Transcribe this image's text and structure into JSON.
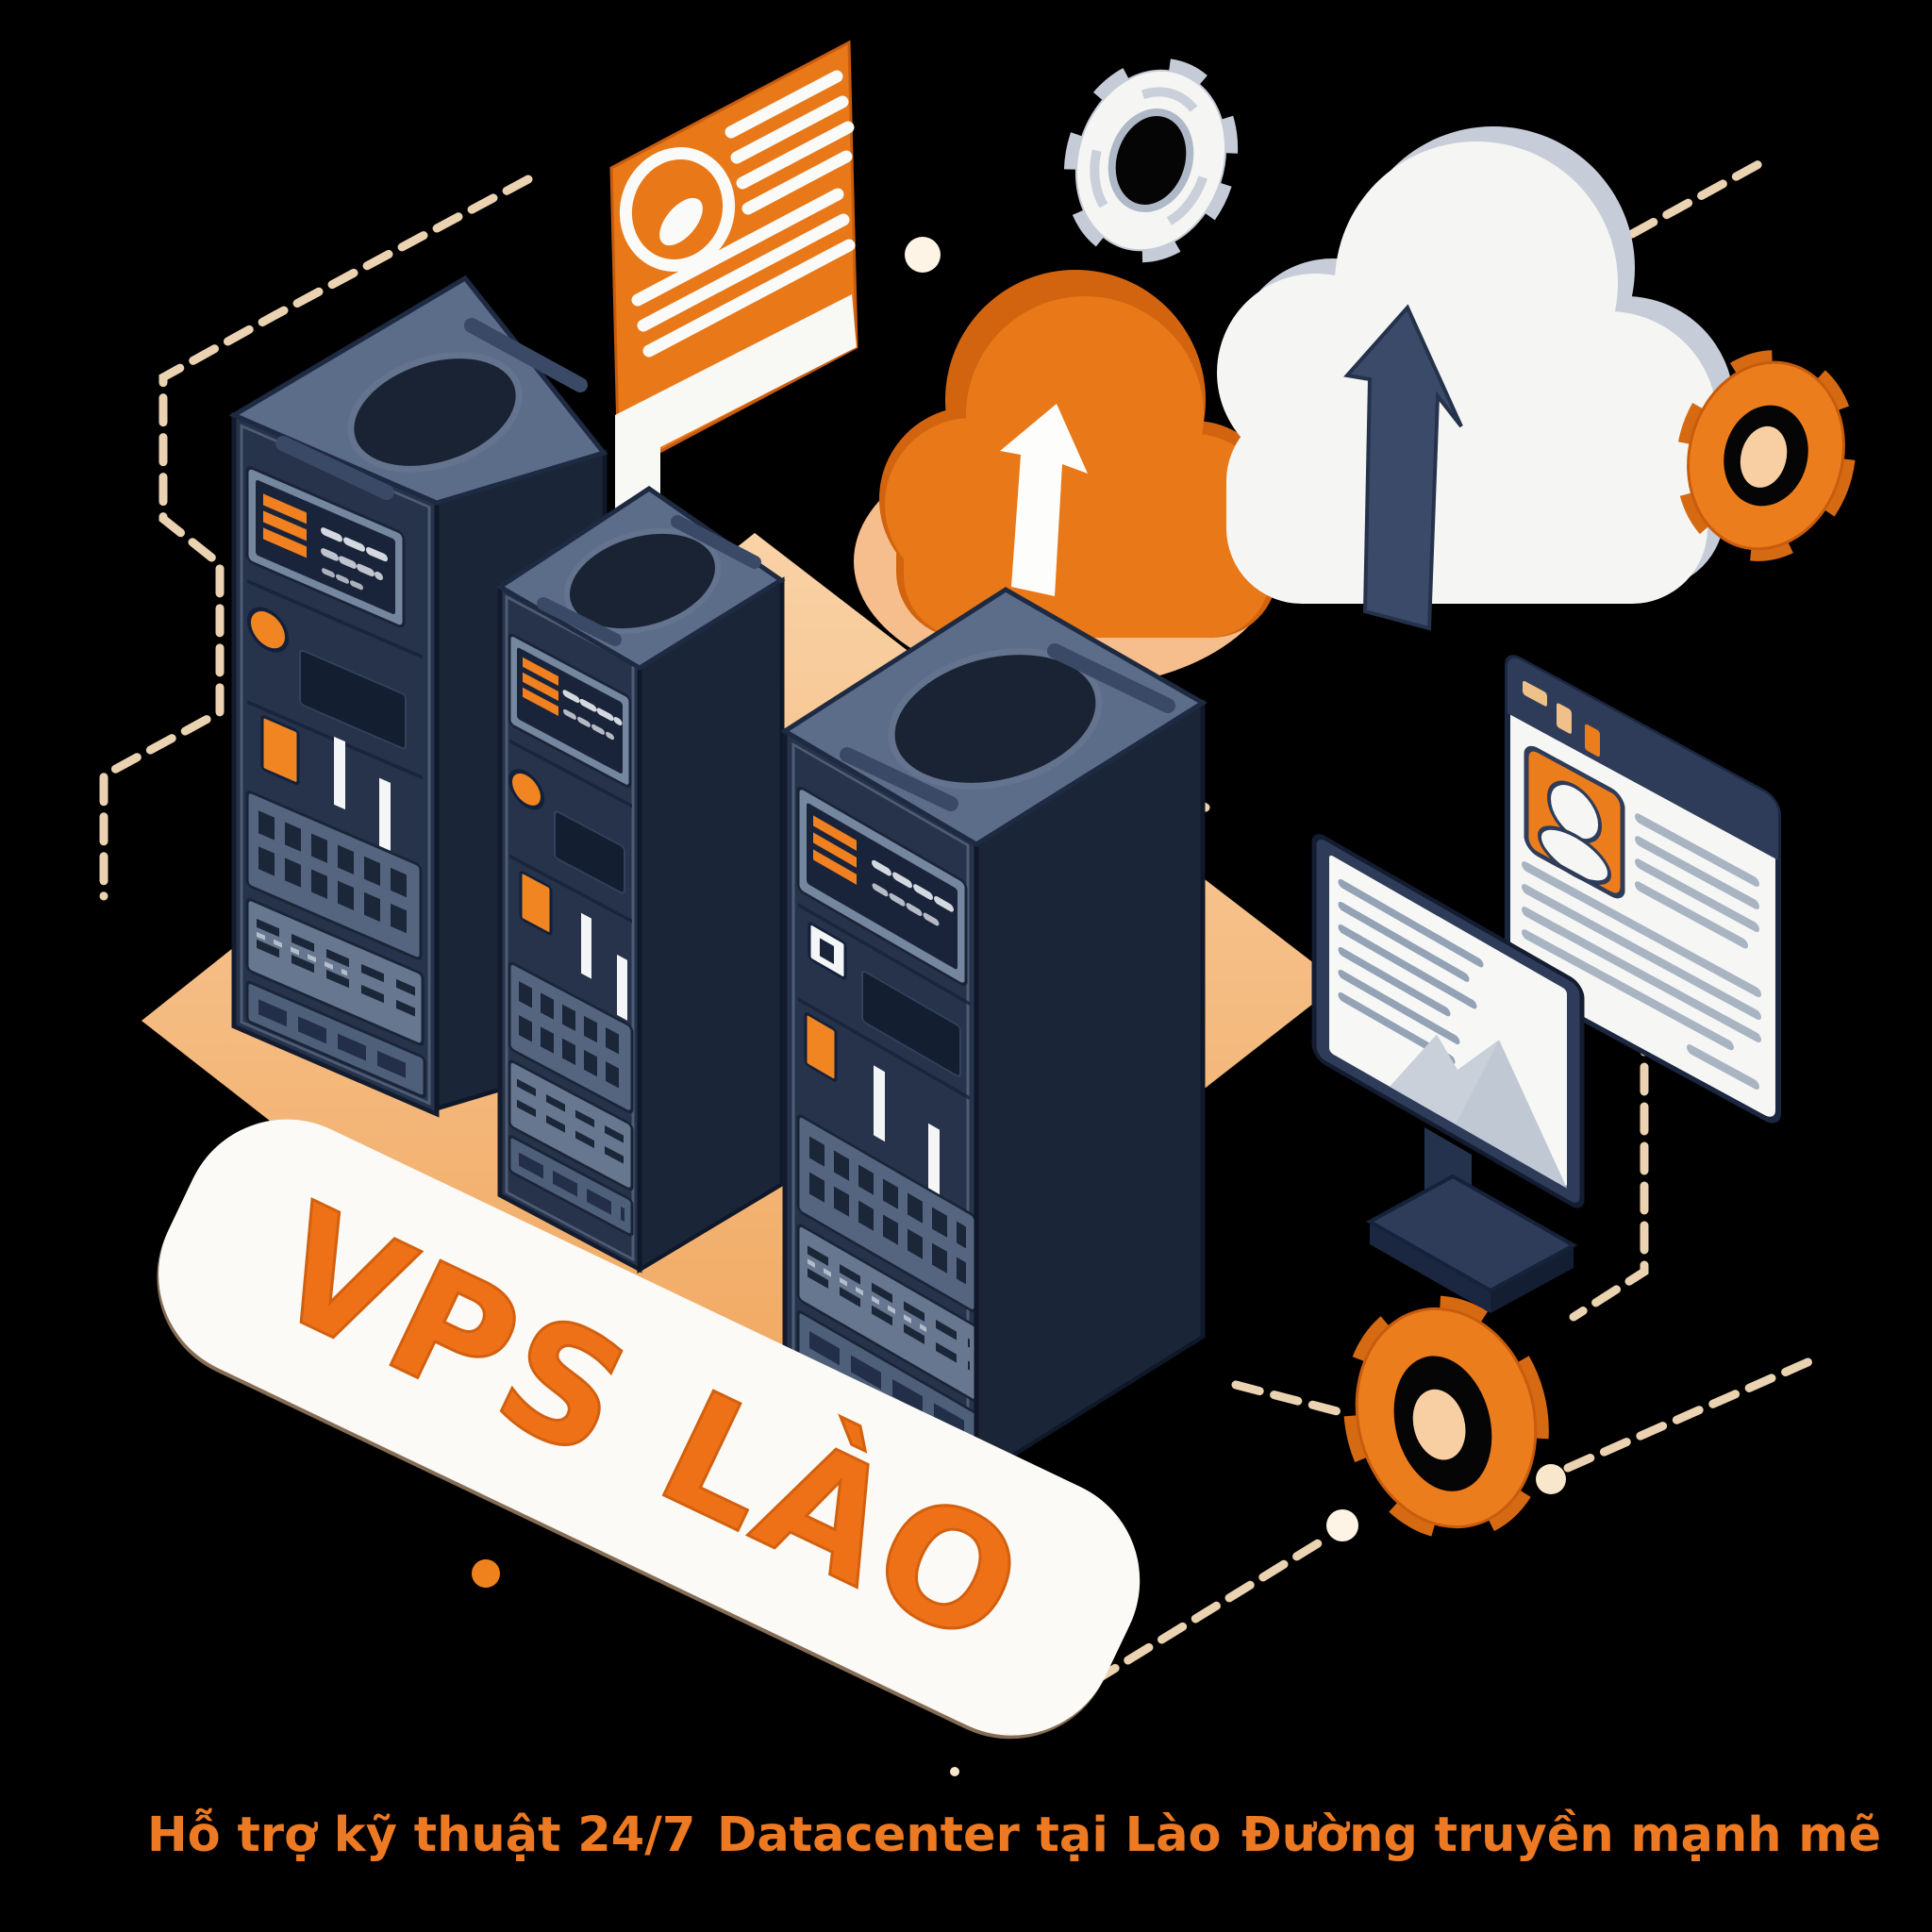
{
  "banner": {
    "title": "VPS LÀO"
  },
  "features": [
    {
      "label": "Hỗ trợ kỹ thuật 24/7"
    },
    {
      "label": "Datacenter tại Lào"
    },
    {
      "label": "Đường truyền mạnh mẽ"
    }
  ],
  "colors": {
    "brand_orange": "#EC7D1C",
    "brand_orange_dark": "#C85C0E",
    "accent_orange_text": "#ED7A22",
    "navy_front": "#27324B",
    "navy_side": "#1B2538",
    "slate_top": "#5C6D8A",
    "peach_platform": "#F5BA80",
    "cream_circuit": "#F8DDBB",
    "cloud_white": "#F5F6F3",
    "cloud_gray": "#C7CDD8",
    "banner_bg": "#FBFAF7",
    "background": "#000000"
  }
}
